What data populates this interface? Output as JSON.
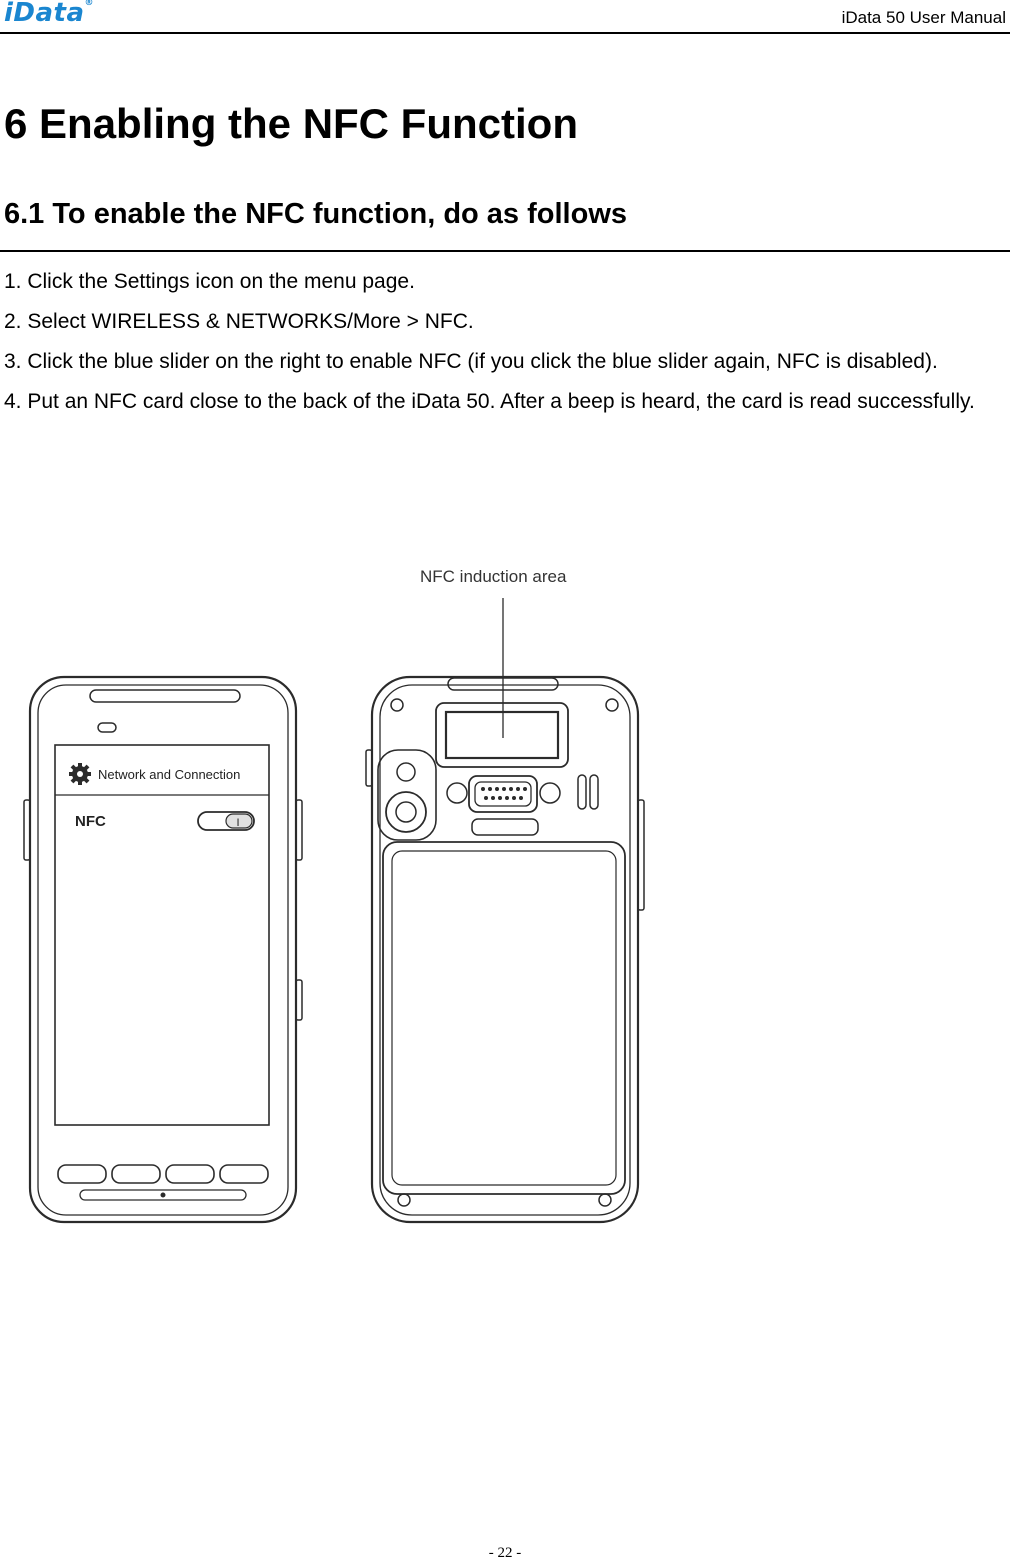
{
  "header": {
    "logo_text": "iData",
    "logo_mark": "®",
    "manual_title": "iData 50 User Manual"
  },
  "chapter_title": "6 Enabling the NFC Function",
  "section_title": "6.1 To enable the NFC function, do as follows",
  "steps": [
    "1. Click the Settings icon on the menu page.",
    "2. Select WIRELESS & NETWORKS/More > NFC.",
    "3. Click the blue slider on the right to enable NFC (if you click the blue slider again, NFC is disabled).",
    "4. Put an NFC card close to the back of the iData 50. After a beep is heard, the card is read successfully."
  ],
  "figure": {
    "callout": "NFC induction area",
    "screen_header": "Network and Connection",
    "screen_nfc_label": "NFC",
    "toggle_glyph": "I",
    "icons": {
      "settings": "gear-icon"
    },
    "line_color": "#2b2b2b"
  },
  "footer": {
    "page_number": "- 22 -"
  }
}
